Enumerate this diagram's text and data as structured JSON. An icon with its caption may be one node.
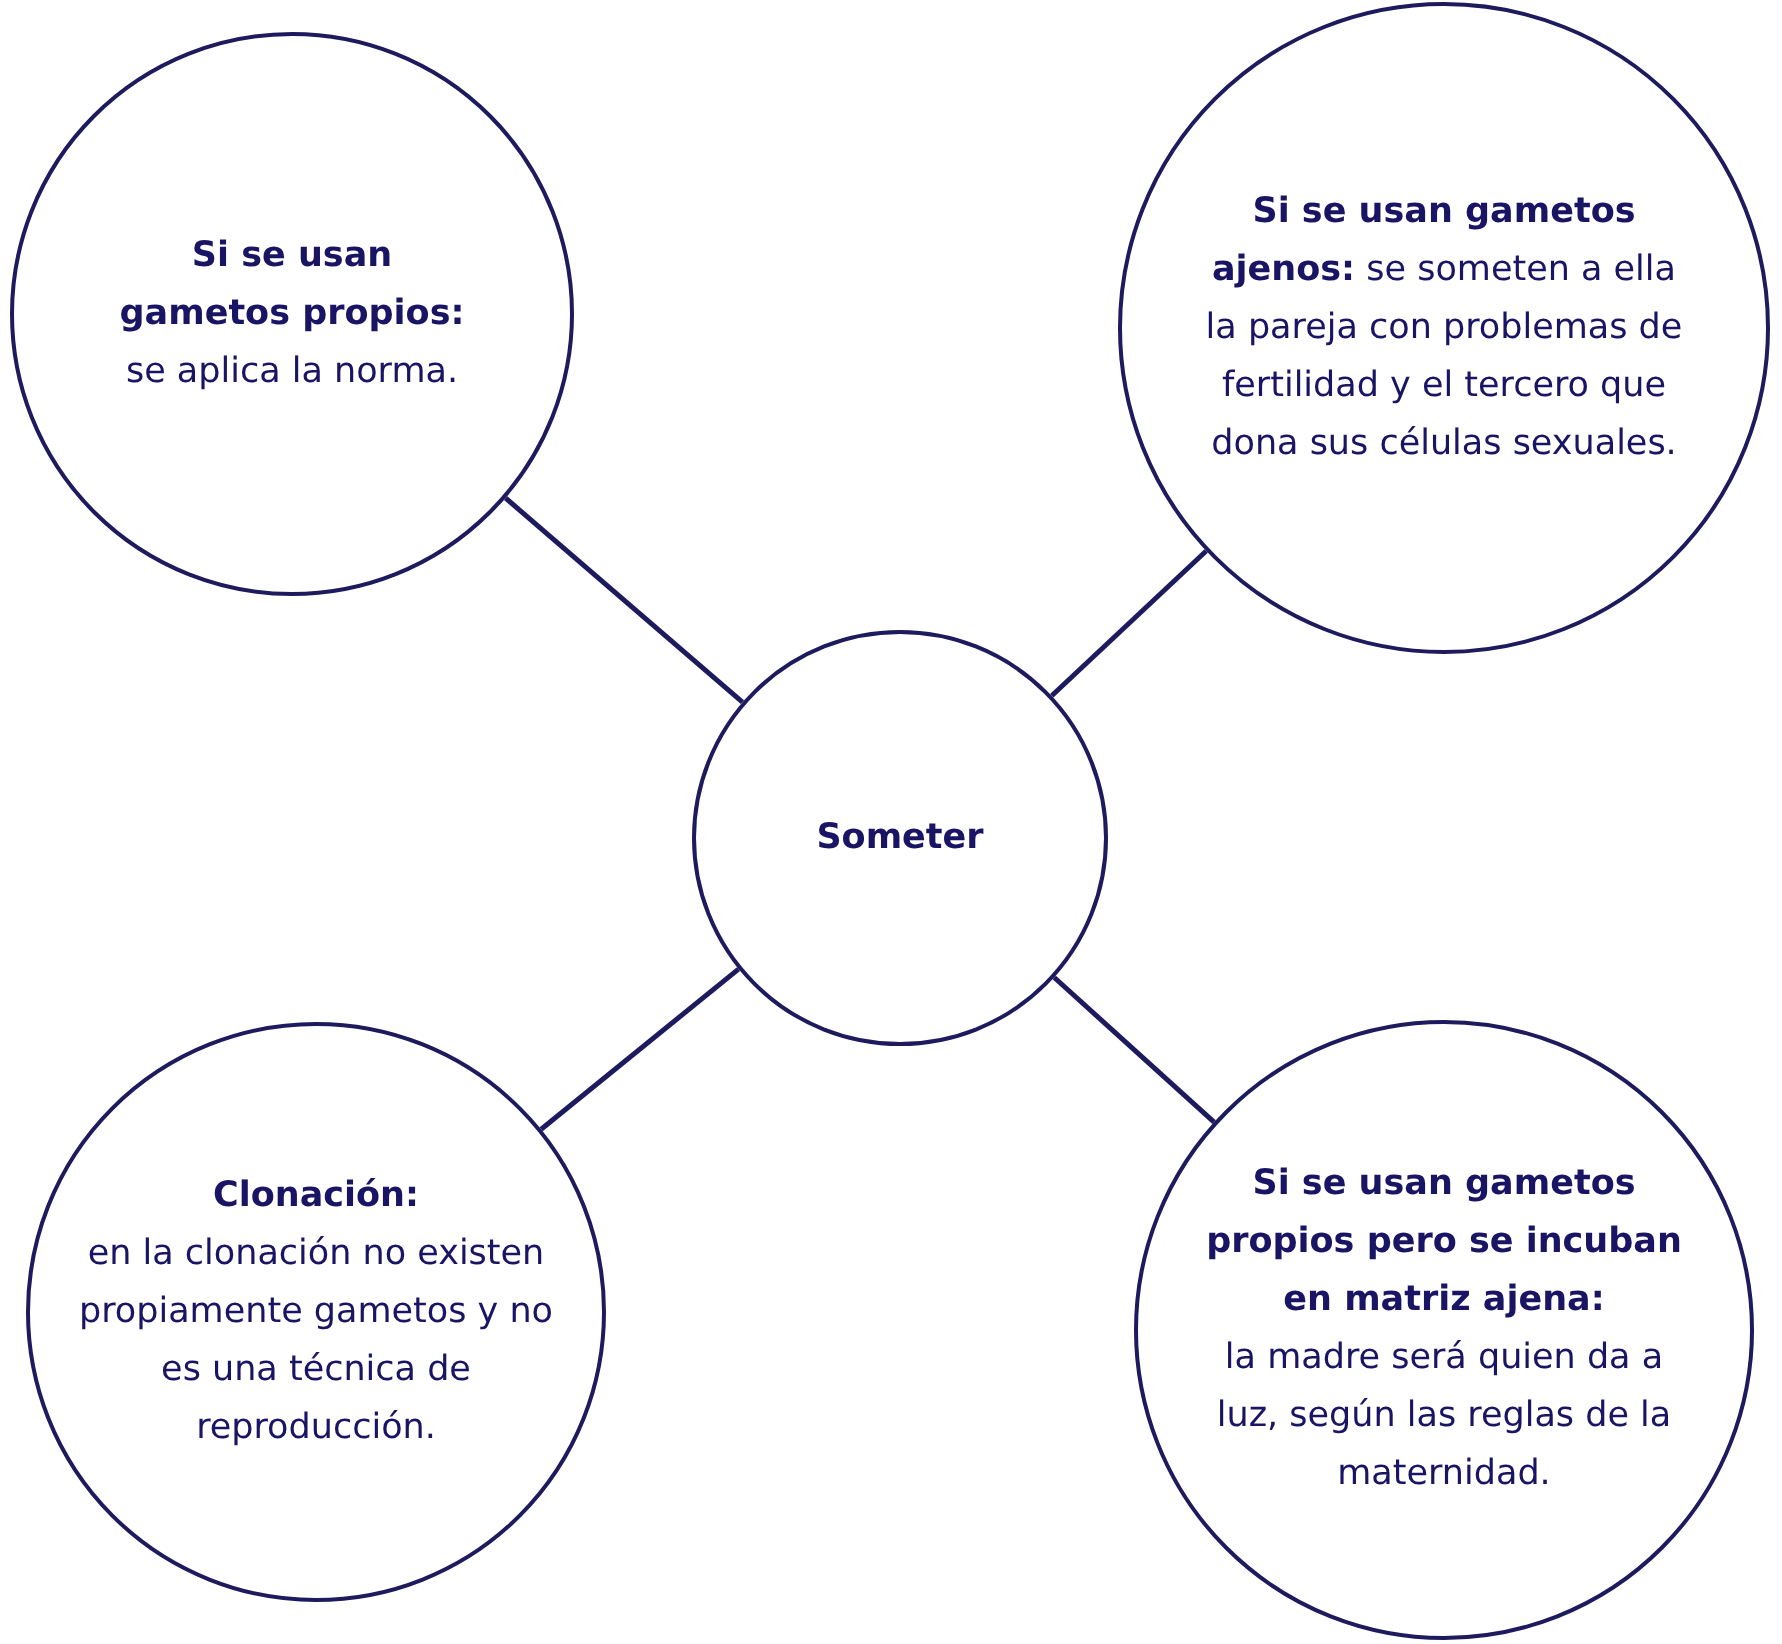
{
  "diagram": {
    "nodes": [
      {
        "text": [
          "Si se usan gametos propios:",
          "se aplica la norma."
        ]
      },
      {
        "text": [
          "Si se usan gametos ajenos:",
          "se someten a ella la pareja con problemas de fertilidad y el tercero que dona sus células sexuales."
        ]
      },
      {
        "text": [
          "Someter"
        ]
      },
      {
        "text": [
          "Clonación:",
          "en la clonación no existen propiamente gametos y no es una técnica de reproducción."
        ]
      },
      {
        "text": [
          "Si se usan gametos propios pero se incuban en matriz ajena:",
          "la madre será quien da a luz, según las reglas de la maternidad."
        ]
      }
    ],
    "edges": [
      {
        "from": 2,
        "to": 0,
        "arrow": "none"
      },
      {
        "from": 2,
        "to": 1,
        "arrow": "none"
      },
      {
        "from": 2,
        "to": 3,
        "arrow": "none"
      },
      {
        "from": 2,
        "to": 4,
        "arrow": "none"
      }
    ]
  }
}
